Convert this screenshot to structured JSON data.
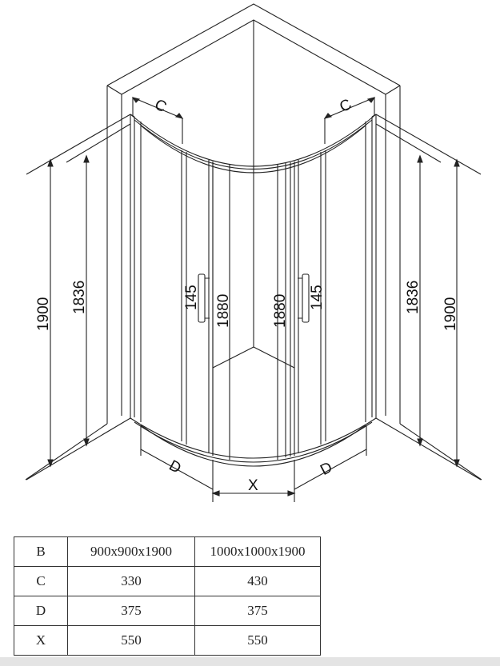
{
  "dimensions": {
    "c_left": "C",
    "c_right": "C",
    "d_left": "D",
    "d_right": "D",
    "x": "X",
    "h_1900_left": "1900",
    "h_1836_left": "1836",
    "h_145_left": "145",
    "h_1880_left": "1880",
    "h_1880_right": "1880",
    "h_145_right": "145",
    "h_1836_right": "1836",
    "h_1900_right": "1900"
  },
  "table": {
    "header": [
      "B",
      "900x900x1900",
      "1000x1000x1900"
    ],
    "rows": [
      [
        "C",
        "330",
        "430"
      ],
      [
        "D",
        "375",
        "375"
      ],
      [
        "X",
        "550",
        "550"
      ]
    ]
  }
}
